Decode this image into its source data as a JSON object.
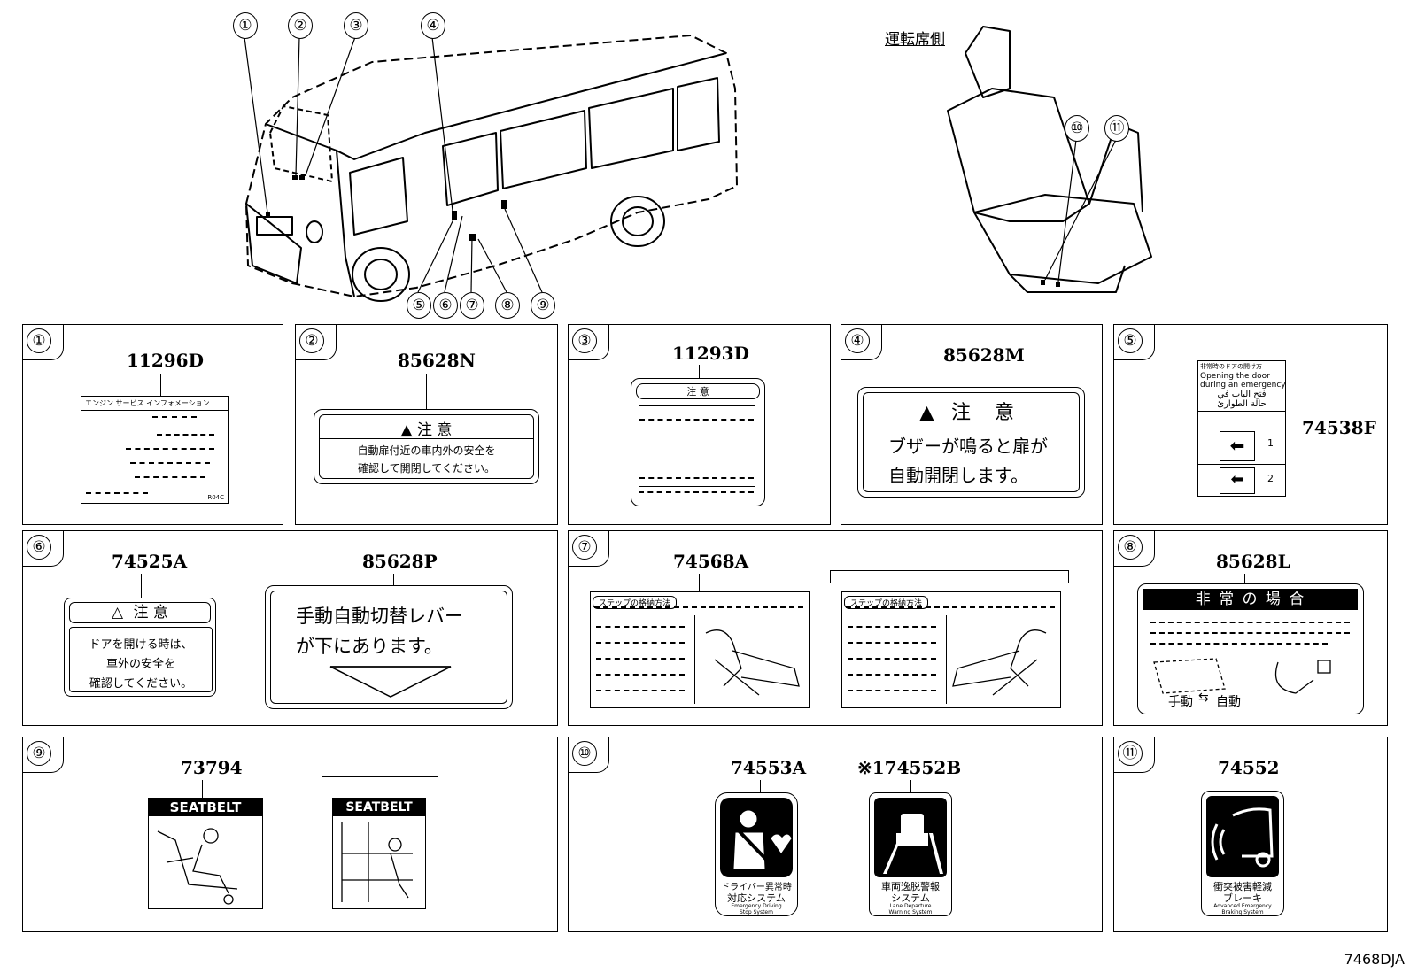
{
  "header": {
    "driver_side_label": "運転席側",
    "vehicle_callouts": [
      "①",
      "②",
      "③",
      "④",
      "⑤",
      "⑥",
      "⑦",
      "⑧",
      "⑨"
    ],
    "seat_callouts": [
      "⑩",
      "⑪"
    ]
  },
  "panels": {
    "p1": {
      "num": "①",
      "part": "11296D",
      "label_title": "エンジン サービス インフォメーション",
      "label_code": "R04C"
    },
    "p2": {
      "num": "②",
      "part": "85628N",
      "title": "注 意",
      "line1": "自動扉付近の車内外の安全を",
      "line2": "確認して開閉してください。"
    },
    "p3": {
      "num": "③",
      "part": "11293D",
      "title": "注 意"
    },
    "p4": {
      "num": "④",
      "part": "85628M",
      "title": "注 意",
      "line1": "ブザーが鳴ると扉が",
      "line2": "自動開閉します。"
    },
    "p5": {
      "num": "⑤",
      "part": "74538F",
      "jp_head": "非常時のドアの開け方",
      "en1": "Opening the door",
      "en2": "during an emergency",
      "ar1": "فتح الباب في",
      "ar2": "حالة الطوارئ",
      "step1": "1",
      "step2": "2"
    },
    "p6": {
      "num": "⑥",
      "part_a": "74525A",
      "part_b": "85628P",
      "title": "注 意",
      "line1": "ドアを開ける時は、",
      "line2": "車外の安全を",
      "line3": "確認してください。",
      "big1": "手動自動切替レバー",
      "big2": "が下にあります。"
    },
    "p7": {
      "num": "⑦",
      "part": "74568A",
      "head": "ステップの格納方法"
    },
    "p8": {
      "num": "⑧",
      "part": "85628L",
      "title": "非 常 の 場 合",
      "manual": "手動",
      "auto": "自動"
    },
    "p9": {
      "num": "⑨",
      "part": "73794",
      "seatbelt": "SEATBELT"
    },
    "p10": {
      "num": "⑩",
      "part_a": "74553A",
      "part_b": "※174552B",
      "a_line1": "ドライバー異常時",
      "a_line2": "対応システム",
      "a_en1": "Emergency Driving",
      "a_en2": "Stop System",
      "b_line1": "車両逸脱警報",
      "b_line2": "システム",
      "b_en1": "Lane Departure",
      "b_en2": "Warning System"
    },
    "p11": {
      "num": "⑪",
      "part": "74552",
      "line1": "衝突被害軽減",
      "line2": "ブレーキ",
      "en1": "Advanced Emergency",
      "en2": "Braking System"
    }
  },
  "footer": {
    "code": "7468DJA"
  }
}
